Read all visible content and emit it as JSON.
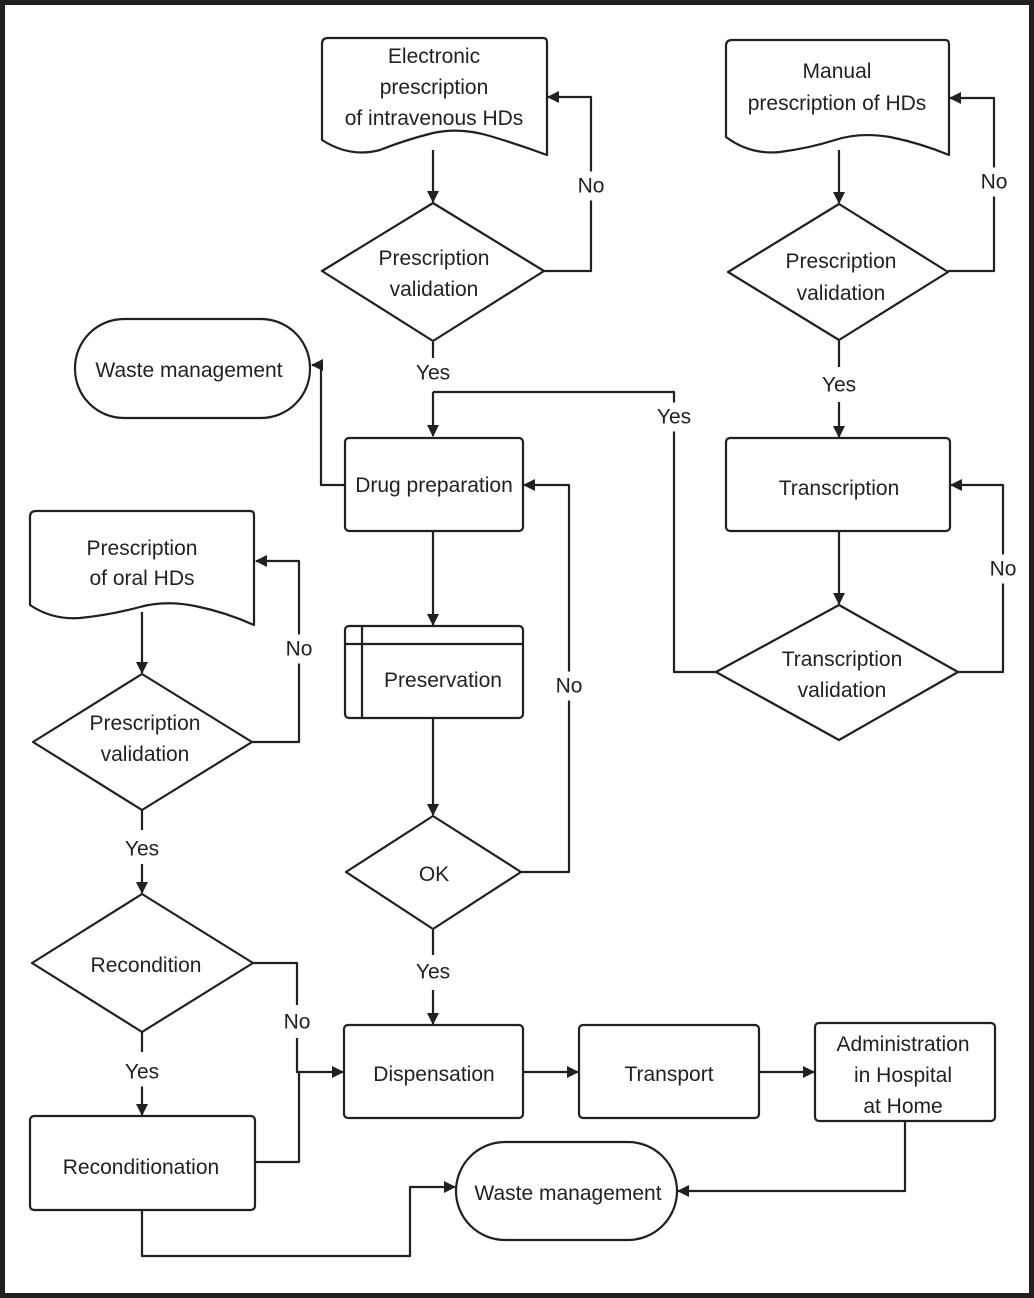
{
  "diagram": {
    "type": "flowchart",
    "colors": {
      "stroke": "#231f20",
      "fill": "#ffffff",
      "frame": "#231f20"
    },
    "nodes": {
      "electronic_prescription": {
        "shape": "document",
        "lines": [
          "Electronic",
          "prescription",
          "of intravenous HDs"
        ]
      },
      "manual_prescription": {
        "shape": "document",
        "lines": [
          "Manual",
          "prescription of HDs"
        ]
      },
      "oral_prescription": {
        "shape": "document",
        "lines": [
          "Prescription",
          "of oral HDs"
        ]
      },
      "validation_electronic": {
        "shape": "decision",
        "lines": [
          "Prescription",
          "validation"
        ]
      },
      "validation_manual": {
        "shape": "decision",
        "lines": [
          "Prescription",
          "validation"
        ]
      },
      "validation_oral": {
        "shape": "decision",
        "lines": [
          "Prescription",
          "validation"
        ]
      },
      "waste_top": {
        "shape": "terminator",
        "lines": [
          "Waste management"
        ]
      },
      "drug_preparation": {
        "shape": "process",
        "lines": [
          "Drug preparation"
        ]
      },
      "transcription": {
        "shape": "process",
        "lines": [
          "Transcription"
        ]
      },
      "transcription_validation": {
        "shape": "decision",
        "lines": [
          "Transcription",
          "validation"
        ]
      },
      "preservation": {
        "shape": "internal-storage",
        "lines": [
          "Preservation"
        ]
      },
      "ok_check": {
        "shape": "decision",
        "lines": [
          "OK"
        ]
      },
      "recondition": {
        "shape": "decision",
        "lines": [
          "Recondition"
        ]
      },
      "reconditionation": {
        "shape": "process",
        "lines": [
          "Reconditionation"
        ]
      },
      "dispensation": {
        "shape": "process",
        "lines": [
          "Dispensation"
        ]
      },
      "transport": {
        "shape": "process",
        "lines": [
          "Transport"
        ]
      },
      "administration": {
        "shape": "process",
        "lines": [
          "Administration",
          "in Hospital",
          "at Home"
        ]
      },
      "waste_bottom": {
        "shape": "terminator",
        "lines": [
          "Waste management"
        ]
      }
    },
    "edges": [
      {
        "from": "electronic_prescription",
        "to": "validation_electronic",
        "label": ""
      },
      {
        "from": "validation_electronic",
        "to": "electronic_prescription",
        "label": "No"
      },
      {
        "from": "validation_electronic",
        "to": "drug_preparation",
        "label": "Yes"
      },
      {
        "from": "drug_preparation",
        "to": "waste_top",
        "label": ""
      },
      {
        "from": "manual_prescription",
        "to": "validation_manual",
        "label": ""
      },
      {
        "from": "validation_manual",
        "to": "manual_prescription",
        "label": "No"
      },
      {
        "from": "validation_manual",
        "to": "transcription",
        "label": "Yes"
      },
      {
        "from": "transcription",
        "to": "transcription_validation",
        "label": ""
      },
      {
        "from": "transcription_validation",
        "to": "transcription",
        "label": "No"
      },
      {
        "from": "transcription_validation",
        "to": "drug_preparation",
        "label": "Yes"
      },
      {
        "from": "drug_preparation",
        "to": "preservation",
        "label": ""
      },
      {
        "from": "preservation",
        "to": "ok_check",
        "label": ""
      },
      {
        "from": "ok_check",
        "to": "drug_preparation",
        "label": "No"
      },
      {
        "from": "ok_check",
        "to": "dispensation",
        "label": "Yes"
      },
      {
        "from": "oral_prescription",
        "to": "validation_oral",
        "label": ""
      },
      {
        "from": "validation_oral",
        "to": "oral_prescription",
        "label": "No"
      },
      {
        "from": "validation_oral",
        "to": "recondition",
        "label": "Yes"
      },
      {
        "from": "recondition",
        "to": "reconditionation",
        "label": "Yes"
      },
      {
        "from": "recondition",
        "to": "dispensation",
        "label": "No"
      },
      {
        "from": "reconditionation",
        "to": "dispensation",
        "label": ""
      },
      {
        "from": "reconditionation",
        "to": "waste_bottom",
        "label": ""
      },
      {
        "from": "dispensation",
        "to": "transport",
        "label": ""
      },
      {
        "from": "transport",
        "to": "administration",
        "label": ""
      },
      {
        "from": "administration",
        "to": "waste_bottom",
        "label": ""
      }
    ]
  }
}
